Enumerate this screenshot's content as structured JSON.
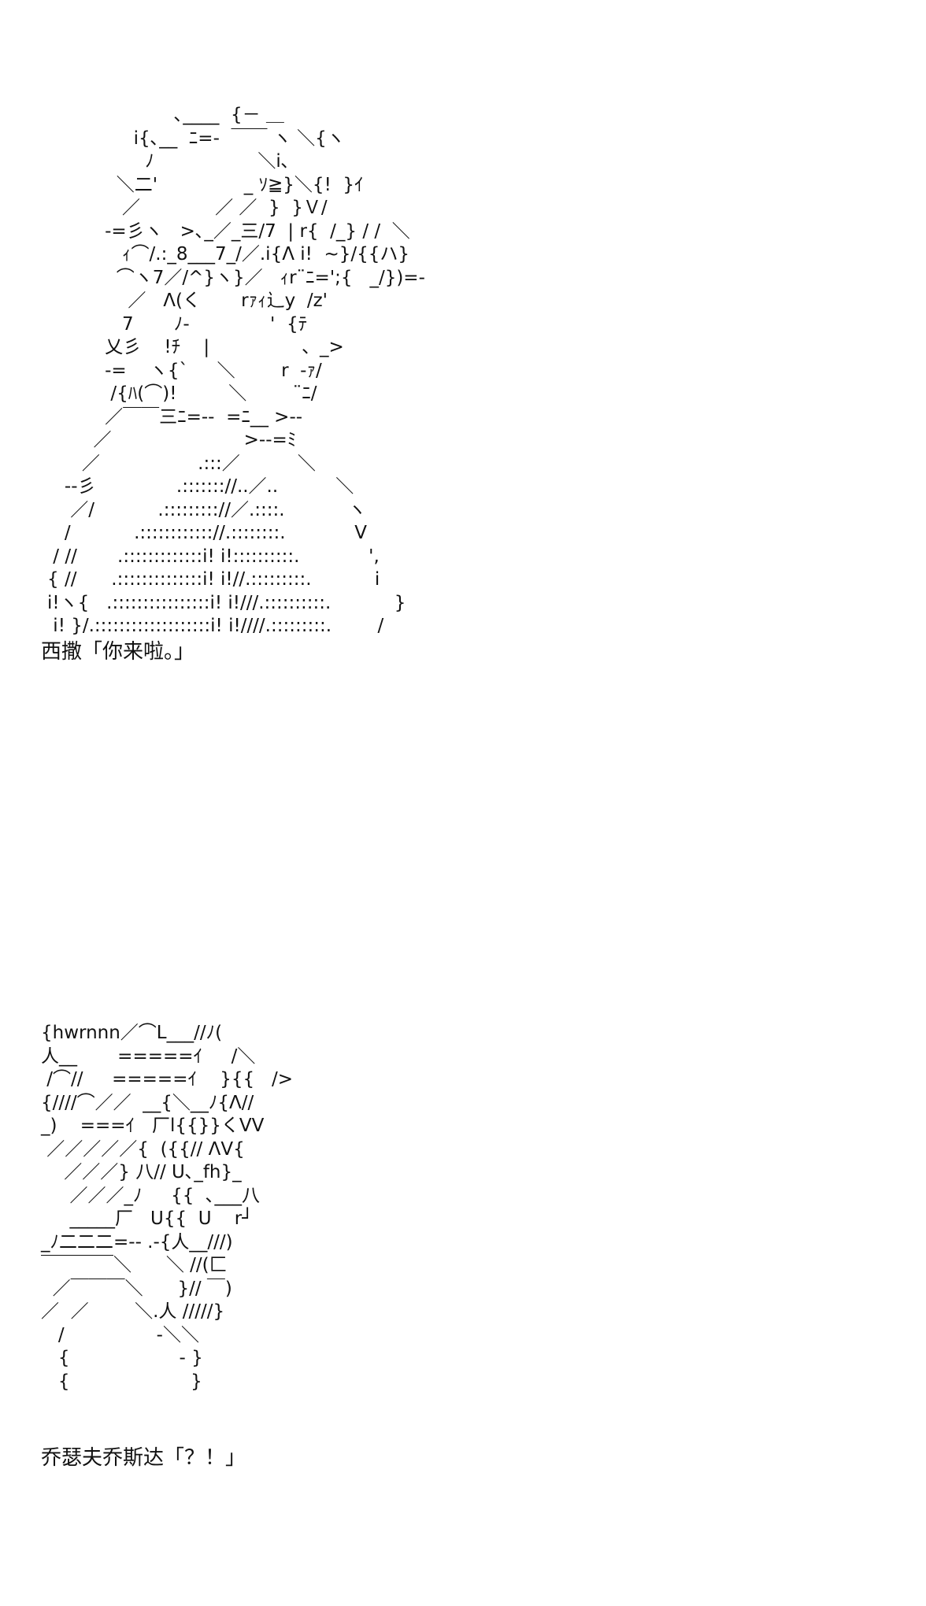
{
  "panels": [
    {
      "art": "                      ､____  {－ ＿\n               i{､__  ﾆ=-  ￣￣ ヽ ＼{ヽ\n                 ﾉ                  ＼i､\n            ＼二'               _ ｿ≧}＼{!  }ｲ\n             ／             ／ ／  }  }Ｖ/\n          -=彡ヽ   >､_／_三/7  | r{  /_} / /  ＼\n             ｨ⌒/.:_8___7_/／.i{Λ i!  ~}/{{ハ}\n            ⌒ヽ7／/^}ヽ}／   ｨr¨ﾆ=';{   _/})=-\n              ／   Λ(く       rｧｨ辶y  /z'\n             7       ﾉ-              '  {ﾃ\n          乂彡    !ﾁ    |                、_>\n          -=    ヽ{`     ＼        r  -ｧ/\n           /{ﾊ(⌒)!         ＼        ¨ﾆ/\n          ／￣￣三ﾆ=--  =ﾆ__ >--\n        ／                       >--=ﾐ\n      ／                 .:::／          ＼\n   --彡              .::::::://..／..          ＼\n    ／/           .::::::::://／.::::.           ヽ\n   /           .:::::::::::://.::::::::.            V\n / //       .:::::::::::::i! i!::::::::::.            ',\n{ //      .::::::::::::::i! i!//.:::::::::.           i\ni!ヽ{   .::::::::::::::::i! i!///.::::::::::.           }\n i! }/.:::::::::::::::::::i! i!////.:::::::::.        /",
      "caption": "西撒「你来啦。」"
    },
    {
      "art": "{hwrnnn／⌒L___//ﾉ(\n人__       =====ｲ     /＼\n /⌒//     =====ｲ    }{{   />\n{////⌒／／  __{＼__ﾉ{Λ//\n_)    ===ｲ   厂l{{}}くVV\n ／／／／／{  ({{// ΛV{\n    ／／／} 八// U､_fh}_\n     ／／／_ﾉ     {{  ､___八\n     _____厂   U{{  U    r┘\n_ﾉ二二二=-- .-{人__///)\n￣￣￣￣＼      ＼ //(匚\n  ／￣￣￣＼      }// ￣)\n／  ／        ＼.人 /////}\n   /                -＼＼\n   {                   ‐ }\n   {                     }",
      "caption": "乔瑟夫乔斯达「？！」"
    }
  ]
}
